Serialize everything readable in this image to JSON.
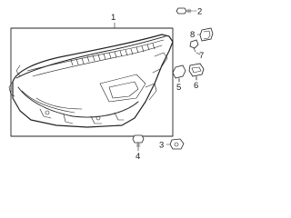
{
  "callouts": {
    "c1": "1",
    "c2": "2",
    "c3": "3",
    "c4": "4",
    "c5": "5",
    "c6": "6",
    "c7": "7",
    "c8": "8"
  },
  "parts": {
    "headlamp": "headlamp-assembly",
    "bolt_top": "bolt",
    "bolt_bottom": "bolt",
    "nut": "nut",
    "bulb_socket_small": "bulb-socket",
    "bulb_socket_large": "bulb-socket",
    "clip": "clip",
    "grommet": "grommet"
  }
}
